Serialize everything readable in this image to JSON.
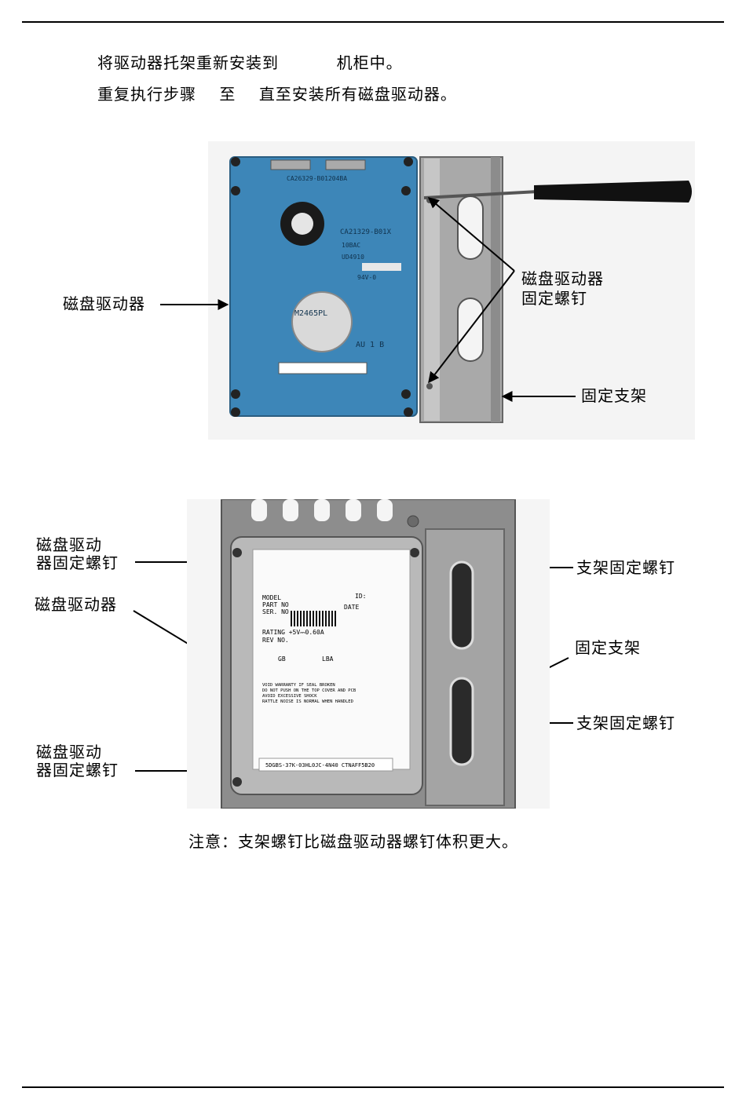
{
  "steps": [
    "将驱动器托架重新安装到          机柜中。",
    "重复执行步骤    至    直至安装所有磁盘驱动器。"
  ],
  "figure1": {
    "labels": {
      "disk_drive": "磁盘驱动器",
      "screw_line1": "磁盘驱动器",
      "screw_line2": "固定螺钉",
      "bracket": "固定支架"
    },
    "pcb_texts": [
      "CA26329-B01204BA",
      "CA21329-B01X",
      "10BAC",
      "UD4910",
      "M2465PL",
      "AU 1 B",
      "94V-0"
    ]
  },
  "figure2": {
    "labels": {
      "screw_top_line1": "磁盘驱动",
      "screw_top_line2": "器固定螺钉",
      "disk_drive": "磁盘驱动器",
      "screw_bottom_line1": "磁盘驱动",
      "screw_bottom_line2": "器固定螺钉",
      "bracket_screw_top": "支架固定螺钉",
      "bracket": "固定支架",
      "bracket_screw_bottom": "支架固定螺钉"
    },
    "drive_label_texts": [
      "MODEL",
      "PART NO",
      "SER. NO",
      "DATE",
      "ID:",
      "RATING +5V⎓0.60A",
      "REV NO.",
      "GB",
      "LBA",
      "VOID WARRANTY IF SEAL BROKEN",
      "DO NOT PUSH ON THE TOP COVER AND PCB",
      "AVOID EXCESSIVE SHOCK",
      "RATTLE NOISE IS NORMAL WHEN HANDLED",
      "5DGBS-37K-03HL0JC-4N40 CTNAFF5B20"
    ]
  },
  "note": "注意：支架螺钉比磁盘驱动器螺钉体积更大。"
}
